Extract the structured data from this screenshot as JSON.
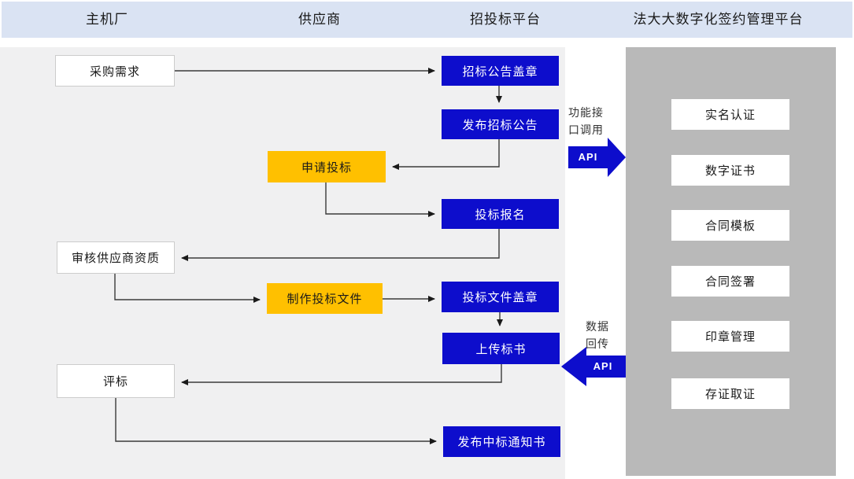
{
  "header": {
    "columns": [
      {
        "label": "主机厂"
      },
      {
        "label": "供应商"
      },
      {
        "label": "招投标平台"
      },
      {
        "label": "法大大数字化签约管理平台"
      }
    ]
  },
  "flow": {
    "boxes": [
      {
        "id": "purchase-demand",
        "label": "采购需求",
        "lane": "主机厂",
        "type": "plain"
      },
      {
        "id": "seal-tender-notice",
        "label": "招标公告盖章",
        "lane": "招投标平台",
        "type": "platform"
      },
      {
        "id": "publish-tender-notice",
        "label": "发布招标公告",
        "lane": "招投标平台",
        "type": "platform"
      },
      {
        "id": "apply-bid",
        "label": "申请投标",
        "lane": "供应商",
        "type": "supplier"
      },
      {
        "id": "bid-registration",
        "label": "投标报名",
        "lane": "招投标平台",
        "type": "platform"
      },
      {
        "id": "review-supplier-qualification",
        "label": "审核供应商资质",
        "lane": "主机厂",
        "type": "plain"
      },
      {
        "id": "make-bid-document",
        "label": "制作投标文件",
        "lane": "供应商",
        "type": "supplier"
      },
      {
        "id": "seal-bid-document",
        "label": "投标文件盖章",
        "lane": "招投标平台",
        "type": "platform"
      },
      {
        "id": "upload-bid-document",
        "label": "上传标书",
        "lane": "招投标平台",
        "type": "platform"
      },
      {
        "id": "evaluate-bid",
        "label": "评标",
        "lane": "主机厂",
        "type": "plain"
      },
      {
        "id": "publish-award-notice",
        "label": "发布中标通知书",
        "lane": "招投标平台",
        "type": "platform"
      }
    ]
  },
  "platform_panel": {
    "items": [
      {
        "label": "实名认证"
      },
      {
        "label": "数字证书"
      },
      {
        "label": "合同模板"
      },
      {
        "label": "合同签署"
      },
      {
        "label": "印章管理"
      },
      {
        "label": "存证取证"
      }
    ]
  },
  "api": {
    "call": {
      "label": "功能接口调用",
      "badge": "API",
      "direction": "right"
    },
    "return": {
      "label": "数据回传",
      "badge": "API",
      "direction": "left"
    }
  },
  "colors": {
    "header_bg": "#dae3f3",
    "main_bg": "#f0f0f1",
    "panel_bg": "#b9b9b9",
    "accent_blue": "#0d0dcc",
    "accent_yellow": "#ffc000"
  }
}
